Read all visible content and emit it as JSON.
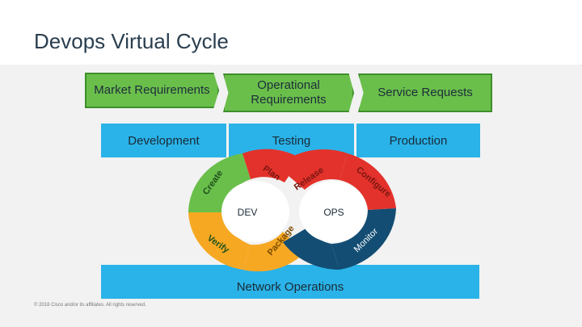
{
  "title": "Devops Virtual Cycle",
  "requirements": [
    {
      "label": "Market Requirements"
    },
    {
      "label": "Operational Requirements"
    },
    {
      "label": "Service Requests"
    }
  ],
  "environments": [
    "Development",
    "Testing",
    "Production"
  ],
  "network": "Network Operations",
  "cycle": {
    "dev_label": "DEV",
    "ops_label": "OPS",
    "stages": [
      "Create",
      "Plan",
      "Release",
      "Configure",
      "Monitor",
      "Package",
      "Verify"
    ]
  },
  "colors": {
    "green": "#6abf4b",
    "blue": "#2ab3e8",
    "orange": "#f7a823",
    "dark_blue": "#134d73",
    "red": "#e3322b"
  },
  "footer": "© 2018 Cisco and/or its affiliates. All rights reserved."
}
